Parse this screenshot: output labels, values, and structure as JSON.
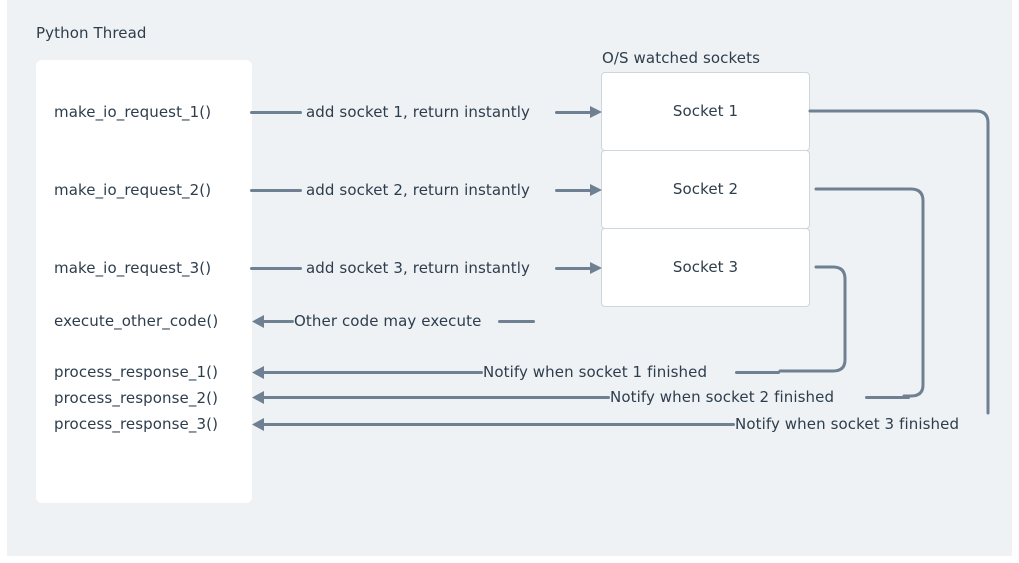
{
  "diagram": {
    "title_left": "Python Thread",
    "title_right": "O/S watched sockets",
    "colors": {
      "background": "#eef2f5",
      "panel": "#ffffff",
      "text": "#2e3d4c",
      "connector": "#6e8091",
      "socket_border": "#ccd6dd"
    },
    "thread_calls": [
      {
        "label": "make_io_request_1()"
      },
      {
        "label": "make_io_request_2()"
      },
      {
        "label": "make_io_request_3()"
      },
      {
        "label": "execute_other_code()"
      },
      {
        "label": "process_response_1()"
      },
      {
        "label": "process_response_2()"
      },
      {
        "label": "process_response_3()"
      }
    ],
    "sockets": [
      {
        "label": "Socket 1"
      },
      {
        "label": "Socket 2"
      },
      {
        "label": "Socket 3"
      }
    ],
    "request_edges": [
      {
        "label": "add socket 1, return instantly"
      },
      {
        "label": "add socket 2, return instantly"
      },
      {
        "label": "add socket 3, return instantly"
      }
    ],
    "other_edge": {
      "label": "Other code may execute"
    },
    "notify_edges": [
      {
        "label": "Notify when socket 1 finished"
      },
      {
        "label": "Notify when socket 2 finished"
      },
      {
        "label": "Notify when socket 3 finished"
      }
    ]
  }
}
